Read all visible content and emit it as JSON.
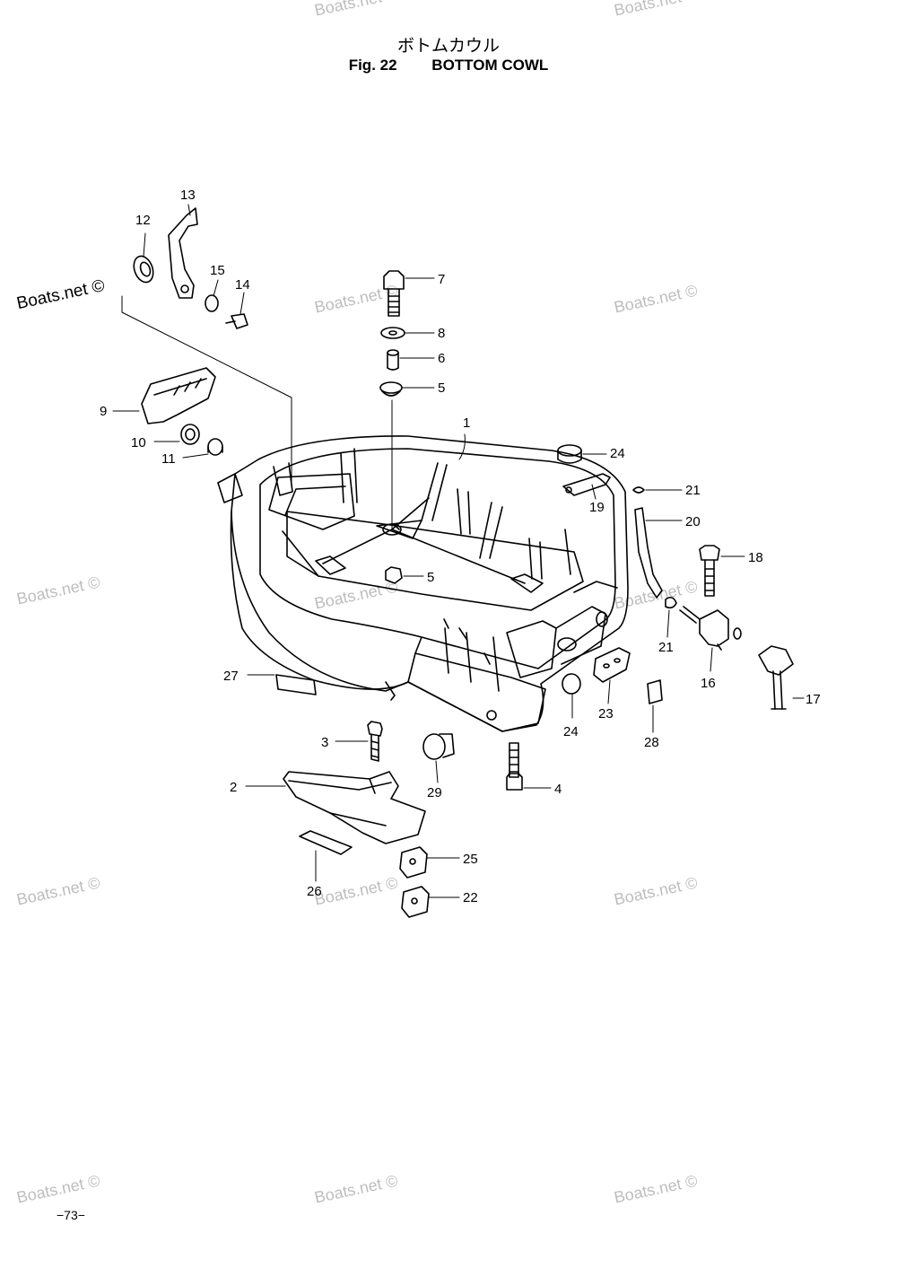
{
  "title": {
    "japanese": "ボトムカウル",
    "figure": "Fig. 22",
    "name": "BOTTOM COWL"
  },
  "page_number": "−73−",
  "watermark": "Boats.net ©",
  "callouts": [
    "1",
    "2",
    "3",
    "4",
    "5",
    "5",
    "6",
    "7",
    "8",
    "9",
    "10",
    "11",
    "12",
    "13",
    "14",
    "15",
    "16",
    "17",
    "18",
    "19",
    "20",
    "21",
    "21",
    "22",
    "23",
    "24",
    "24",
    "25",
    "26",
    "27",
    "28",
    "29"
  ]
}
